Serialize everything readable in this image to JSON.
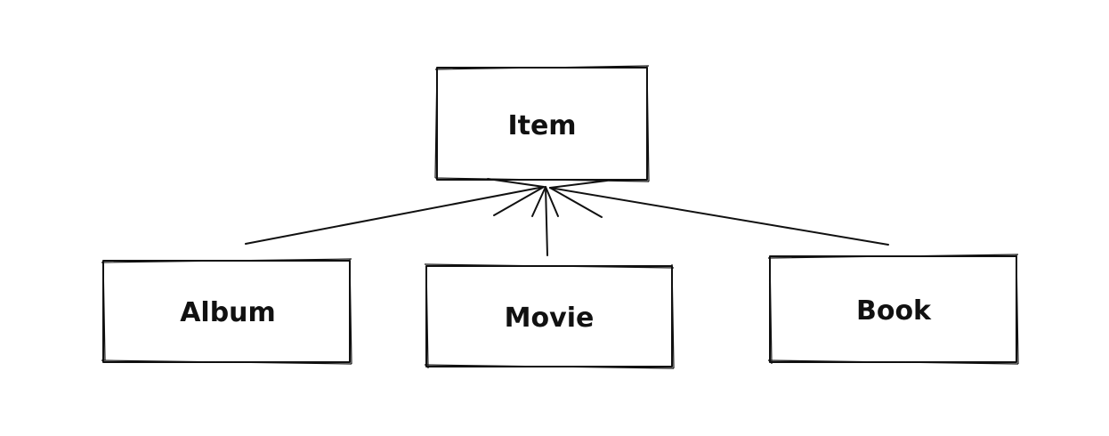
{
  "diagram": {
    "nodes": {
      "item": {
        "label": "Item"
      },
      "album": {
        "label": "Album"
      },
      "movie": {
        "label": "Movie"
      },
      "book": {
        "label": "Book"
      }
    },
    "edges": [
      {
        "from": "album",
        "to": "item",
        "arrow": "open"
      },
      {
        "from": "movie",
        "to": "item",
        "arrow": "open"
      },
      {
        "from": "book",
        "to": "item",
        "arrow": "open"
      }
    ],
    "colors": {
      "stroke": "#111111",
      "background": "#ffffff"
    }
  }
}
